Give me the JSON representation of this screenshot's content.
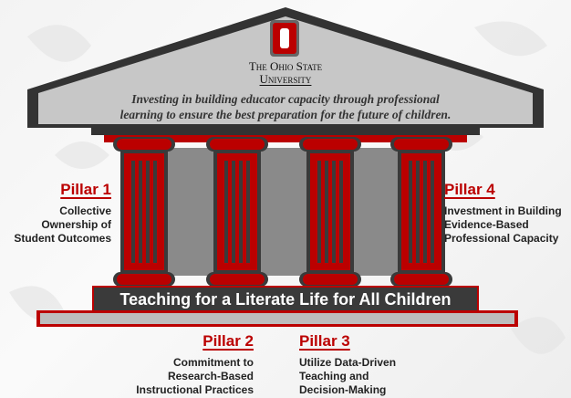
{
  "header": {
    "university_line1": "The Ohio State",
    "university_line2": "University",
    "logo_letter": "O",
    "tagline_line1": "Investing in building educator capacity through professional",
    "tagline_line2": "learning to ensure the best preparation for the future of children."
  },
  "banner": "Teaching for a Literate Life for All Children",
  "pillars": [
    {
      "title": "Pillar 1",
      "lines": [
        "Collective",
        "Ownership of",
        "Student Outcomes"
      ]
    },
    {
      "title": "Pillar 2",
      "lines": [
        "Commitment to",
        "Research-Based",
        "Instructional Practices"
      ]
    },
    {
      "title": "Pillar 3",
      "lines": [
        "Utilize Data-Driven",
        "Teaching and",
        "Decision-Making"
      ]
    },
    {
      "title": "Pillar 4",
      "lines": [
        "Investment in Building",
        "Evidence-Based",
        "Professional Capacity"
      ]
    }
  ],
  "colors": {
    "scarlet": "#bb0000",
    "dark_gray": "#3a3a3a",
    "light_gray": "#bdbdbd"
  }
}
